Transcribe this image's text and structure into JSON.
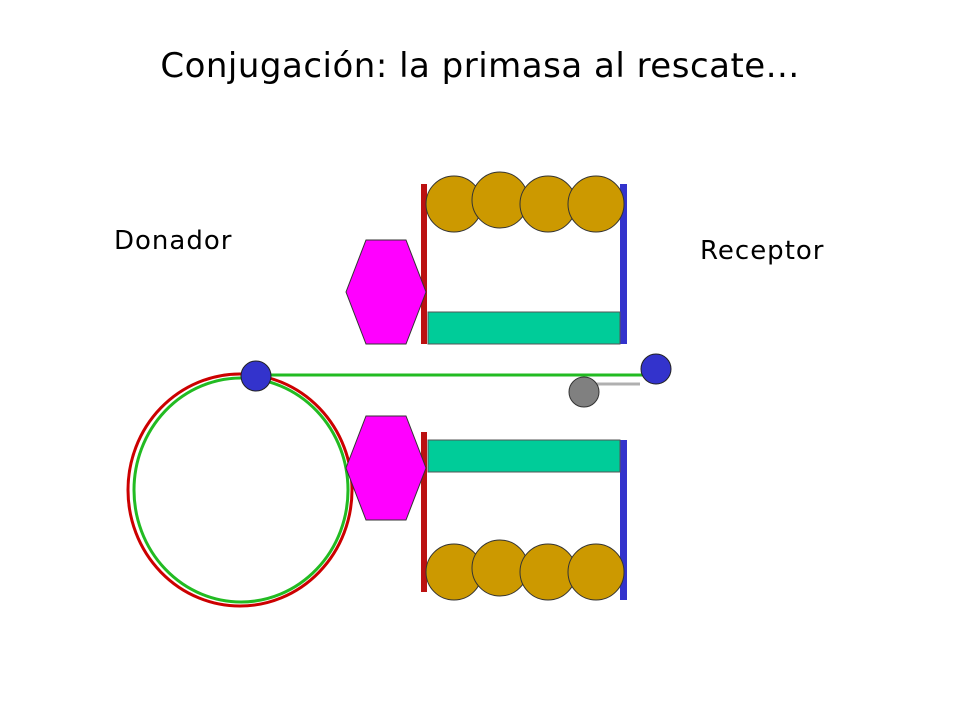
{
  "slide": {
    "title": "Conjugación: la primasa al rescate...",
    "donor_label": "Donador",
    "receptor_label": "Receptor"
  },
  "colors": {
    "plasmid_red": "#cc0000",
    "plasmid_green": "#22bb22",
    "donor_membrane": "#bb1111",
    "receptor_membrane": "#3333cc",
    "hexagon": "#ff00ff",
    "channel_bar": "#00cc99",
    "pilus_subunit": "#cc9900",
    "relaxase_blue": "#3333cc",
    "primase_gray": "#808080"
  }
}
